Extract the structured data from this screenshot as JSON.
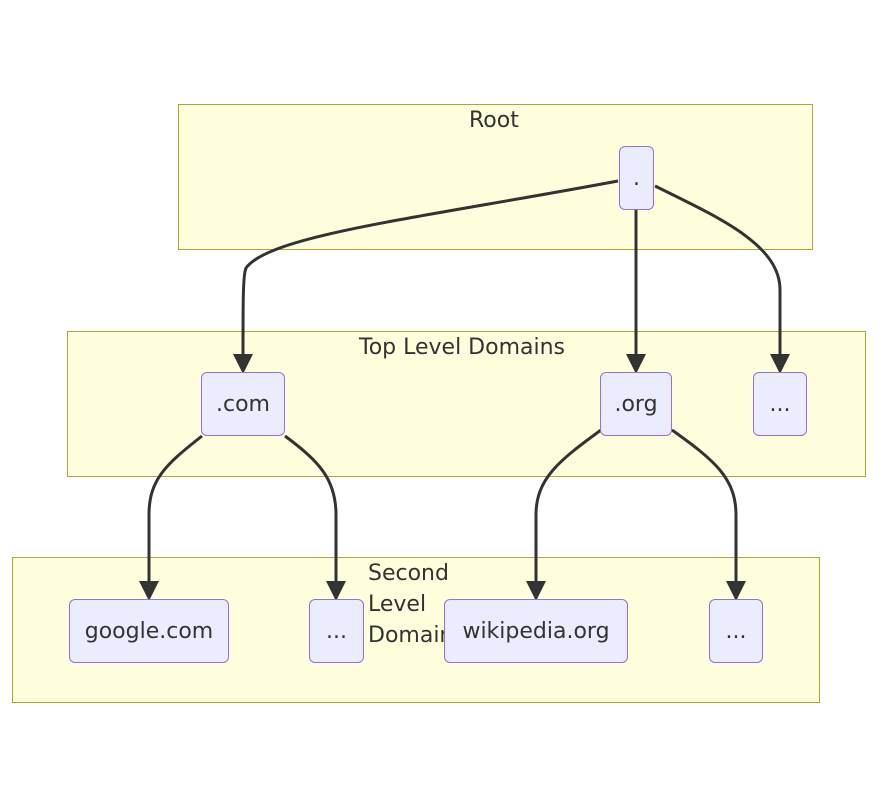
{
  "clusters": {
    "root": {
      "label": "Root"
    },
    "tld": {
      "label": "Top Level Domains"
    },
    "sld": {
      "label": "Second Level Domains"
    }
  },
  "nodes": {
    "root_dot": ".",
    "com": ".com",
    "org": ".org",
    "tld_more": "...",
    "google": "google.com",
    "com_more": "...",
    "wikipedia": "wikipedia.org",
    "org_more": "..."
  },
  "edges": [
    {
      "from": ".",
      "to": ".com"
    },
    {
      "from": ".",
      "to": ".org"
    },
    {
      "from": ".",
      "to": "..."
    },
    {
      "from": ".com",
      "to": "google.com"
    },
    {
      "from": ".com",
      "to": "..."
    },
    {
      "from": ".org",
      "to": "wikipedia.org"
    },
    {
      "from": ".org",
      "to": "..."
    }
  ],
  "colors": {
    "cluster_fill": "#ffffde",
    "cluster_border": "#aaaa33",
    "node_fill": "#ececff",
    "node_border": "#9370db",
    "edge": "#333333"
  }
}
